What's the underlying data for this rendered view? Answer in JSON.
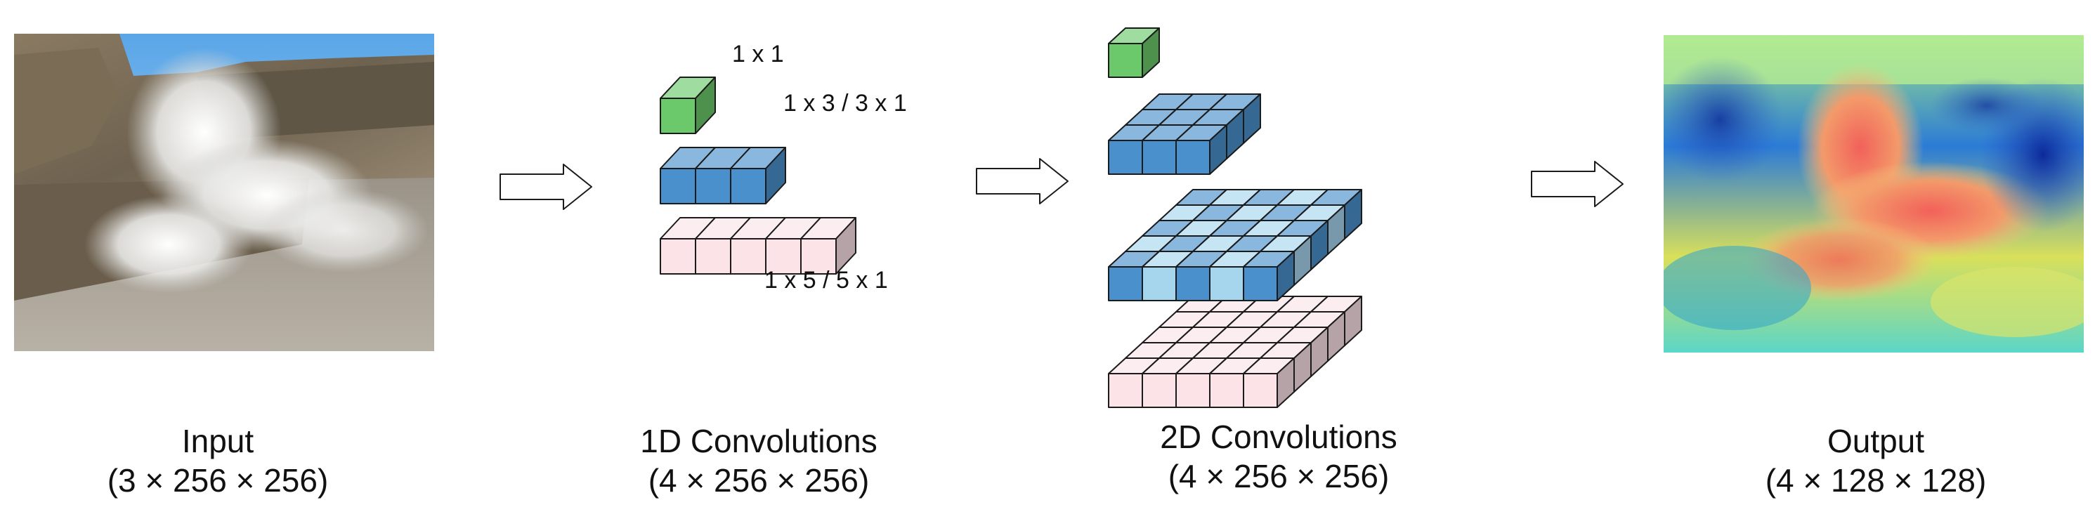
{
  "stages": [
    {
      "title": "Input",
      "dims": "(3 × 256 × 256)"
    },
    {
      "title": "1D Convolutions",
      "dims": "(4 × 256 × 256)"
    },
    {
      "title": "2D Convolutions",
      "dims": "(4 × 256 × 256)"
    },
    {
      "title": "Output",
      "dims": "(4 × 128 × 128)"
    }
  ],
  "kernel_labels": {
    "k1": "1 x 1",
    "k3": "1 x 3 / 3 x 1",
    "k5": "1 x 5 / 5 x 1"
  },
  "colors": {
    "green": "#6cc96b",
    "blue": "#4a90cc",
    "light_blue": "#a6d5ee",
    "pink": "#fbe3e8",
    "edge": "#1b1b1b"
  }
}
